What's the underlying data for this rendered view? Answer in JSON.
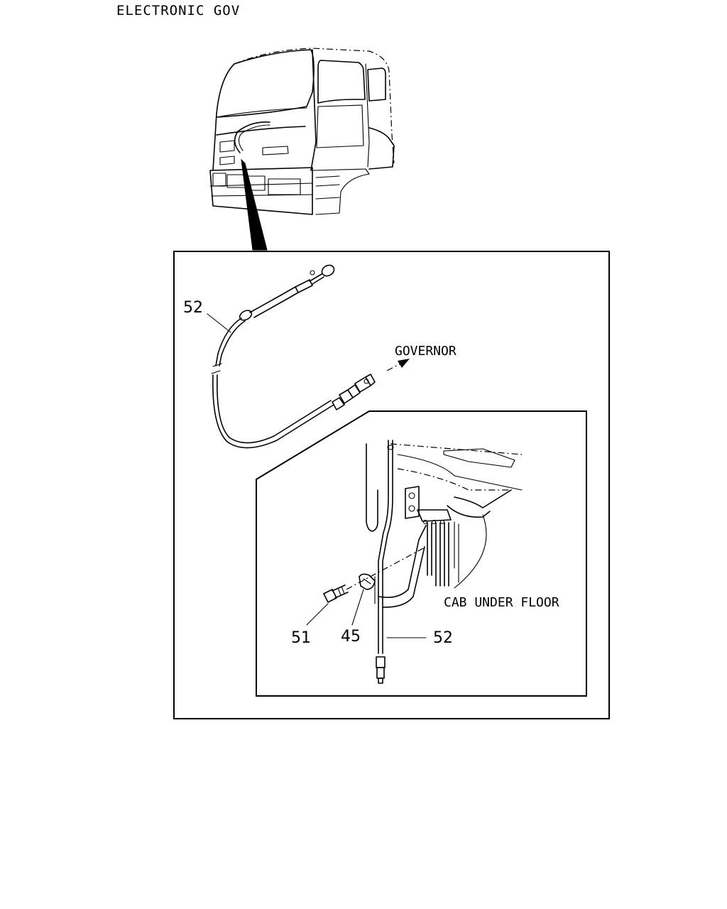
{
  "header": {
    "title": "ELECTRONIC GOV"
  },
  "labels": {
    "part_52_top": "52",
    "governor": "GOVERNOR",
    "cab_under_floor": "CAB UNDER FLOOR",
    "part_51": "51",
    "part_45": "45",
    "part_52_bottom": "52"
  },
  "colors": {
    "line": "#000000",
    "background": "#ffffff"
  }
}
